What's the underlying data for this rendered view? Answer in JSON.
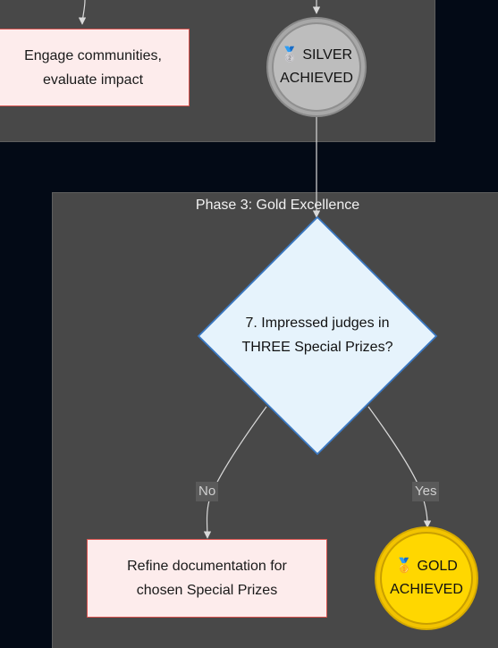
{
  "clusters": {
    "phase3_title": "Phase 3: Gold Excellence"
  },
  "nodes": {
    "engage": {
      "line1": "Engage communities,",
      "line2": "evaluate impact"
    },
    "silver": {
      "emoji": "🥈",
      "word": "SILVER",
      "line2": "ACHIEVED"
    },
    "decision": {
      "line1": "7. Impressed judges in",
      "line2": "THREE Special Prizes?"
    },
    "refine": {
      "line1": "Refine documentation for",
      "line2": "chosen Special Prizes"
    },
    "gold": {
      "emoji": "🥇",
      "word": "GOLD",
      "line2": "ACHIEVED"
    }
  },
  "edges": {
    "no_label": "No",
    "yes_label": "Yes"
  },
  "colors": {
    "background": "#030a16",
    "cluster_fill": "#484848",
    "process_fill": "#fdecec",
    "process_border": "#d9534f",
    "decision_fill": "#e6f3fc",
    "decision_border": "#3a78c2",
    "silver_fill": "#bdbdbd",
    "gold_fill": "#ffd700",
    "edge": "#d9d9d9"
  }
}
